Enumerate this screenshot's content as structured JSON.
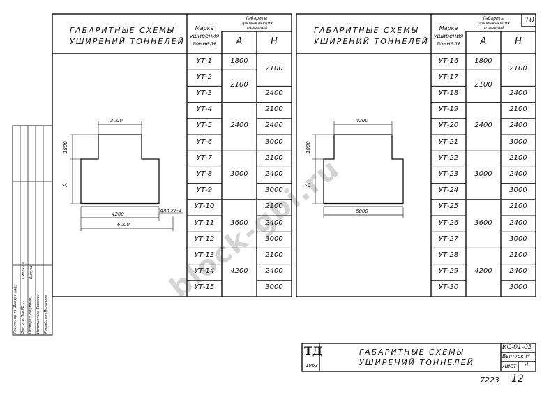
{
  "sheet_number": "10",
  "left_panel": {
    "title_line1": "ГАБАРИТНЫЕ СХЕМЫ",
    "title_line2": "УШИРЕНИЙ ТОННЕЛЕЙ",
    "header": {
      "mark": [
        "Марка",
        "уширения",
        "тоннеля"
      ],
      "group": [
        "Габариты",
        "примыкающих",
        "тоннелей"
      ],
      "a": "A",
      "h": "H"
    },
    "marks": [
      "УТ-1",
      "УТ-2",
      "УТ-3",
      "УТ-4",
      "УТ-5",
      "УТ-6",
      "УТ-7",
      "УТ-8",
      "УТ-9",
      "УТ-10",
      "УТ-11",
      "УТ-12",
      "УТ-13",
      "УТ-14",
      "УТ-15"
    ],
    "a_values": [
      {
        "value": "1800",
        "rows": [
          0
        ]
      },
      {
        "value": "2100",
        "rows": [
          1,
          2
        ]
      },
      {
        "value": "2400",
        "rows": [
          3,
          4,
          5
        ]
      },
      {
        "value": "3000",
        "rows": [
          6,
          7,
          8
        ]
      },
      {
        "value": "3600",
        "rows": [
          9,
          10,
          11
        ]
      },
      {
        "value": "4200",
        "rows": [
          12,
          13,
          14
        ]
      }
    ],
    "h_values": [
      "2100",
      "",
      "2400",
      "2100",
      "2400",
      "3000",
      "2100",
      "2400",
      "3000",
      "2100",
      "2400",
      "3000",
      "2100",
      "2400",
      "3000"
    ],
    "drawing": {
      "dim_top": "3000",
      "dim_height": "1800",
      "dim_a": "A",
      "dim_inner": "4200",
      "dim_outer": "6000",
      "note": "для УТ-1"
    }
  },
  "right_panel": {
    "title_line1": "ГАБАРИТНЫЕ СХЕМЫ",
    "title_line2": "УШИРЕНИЙ ТОННЕЛЕЙ",
    "header": {
      "mark": [
        "Марка",
        "уширения",
        "тоннеля"
      ],
      "group": [
        "Габариты",
        "примыкающих",
        "тоннелей"
      ],
      "a": "A",
      "h": "H"
    },
    "marks": [
      "УТ-16",
      "УТ-17",
      "УТ-18",
      "УТ-19",
      "УТ-20",
      "УТ-21",
      "УТ-22",
      "УТ-23",
      "УТ-24",
      "УТ-25",
      "УТ-26",
      "УТ-27",
      "УТ-28",
      "УТ-29",
      "УТ-30"
    ],
    "a_values": [
      {
        "value": "1800",
        "rows": [
          0
        ]
      },
      {
        "value": "2100",
        "rows": [
          1,
          2
        ]
      },
      {
        "value": "2400",
        "rows": [
          3,
          4,
          5
        ]
      },
      {
        "value": "3000",
        "rows": [
          6,
          7,
          8
        ]
      },
      {
        "value": "3600",
        "rows": [
          9,
          10,
          11
        ]
      },
      {
        "value": "4200",
        "rows": [
          12,
          13,
          14
        ]
      }
    ],
    "h_values": [
      "2100",
      "",
      "2400",
      "2100",
      "2400",
      "3000",
      "2100",
      "2400",
      "3000",
      "2100",
      "2400",
      "3000",
      "2100",
      "2400",
      "3000"
    ],
    "drawing": {
      "dim_top": "4200",
      "dim_height": "1800",
      "dim_a": "A",
      "dim_outer": "6000"
    }
  },
  "title_block": {
    "logo": "ТД",
    "year": "1963",
    "title_line1": "ГАБАРИТНЫЕ СХЕМЫ",
    "title_line2": "УШИРЕНИЙ ТОННЕЛЕЙ",
    "code": "ИС-01-05",
    "issue": "Выпуск I*",
    "sheet_label": "Лист",
    "sheet_value": "4"
  },
  "bottom_numbers": [
    "7223",
    "12"
  ],
  "stamp_rows": [
    "Гл.инж. пр-та  Шнидко  ...",
    "Зав. отд.  Тсв.РВ  ...",
    "Проверил  Разумный",
    "Исполнитель  Ушакова",
    "Разработал  Поленова"
  ],
  "stamp_bottom": [
    "1963",
    "Сметный",
    "Выпуск"
  ],
  "watermark": "block-gbi.ru"
}
